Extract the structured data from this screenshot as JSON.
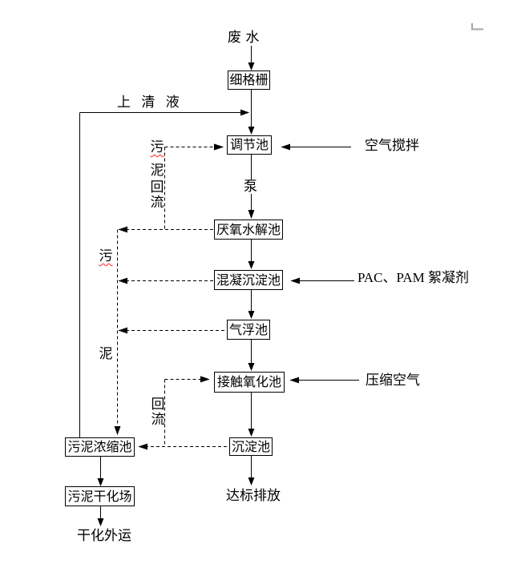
{
  "nodes": {
    "waste_water": "废 水",
    "fine_screen": "细格栅",
    "regulating_tank": "调节池",
    "pump": "泵",
    "anaerobic_hydrolysis_tank": "厌氧水解池",
    "coagulation_sedimentation_tank": "混凝沉淀池",
    "air_flotation_tank": "气浮池",
    "contact_oxidation_tank": "接触氧化池",
    "sedimentation_tank": "沉淀池",
    "discharge_standard": "达标排放",
    "sludge_thickening_tank": "污泥浓缩池",
    "sludge_drying_bed": "污泥干化场",
    "dried_outward_transport": "干化外运"
  },
  "inputs": {
    "air_mixing": "空气搅拌",
    "flocculant": "PAC、PAM 絮凝剂",
    "compressed_air": "压缩空气"
  },
  "flows": {
    "supernatant": "上 清 液",
    "sludge_return_chars": [
      "污",
      "泥",
      "回",
      "流"
    ],
    "sludge_chars": [
      "污",
      "泥"
    ],
    "reflux_chars": [
      "回",
      "流"
    ]
  },
  "colors": {
    "line": "#000000",
    "spellcheck_underline": "#ff1f1f",
    "corner_mark": "#a6a6a6"
  }
}
